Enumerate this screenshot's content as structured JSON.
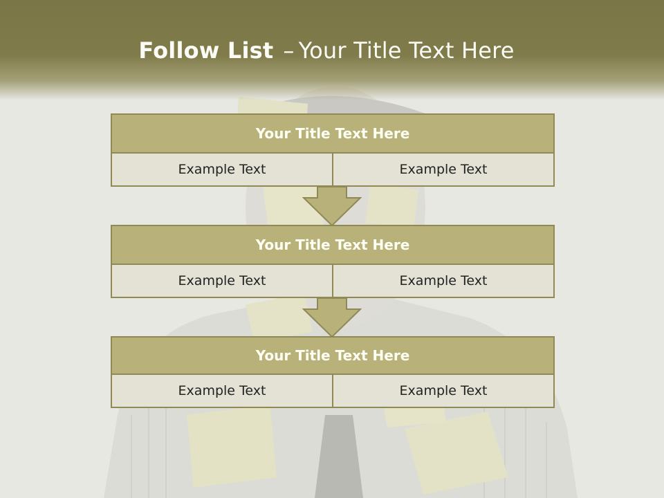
{
  "slide": {
    "title_bold": "Follow List",
    "title_separator": "–",
    "title_rest": "Your Title Text Here"
  },
  "blocks": [
    {
      "title": "Your Title Text Here",
      "left": "Example Text",
      "right": "Example Text"
    },
    {
      "title": "Your Title Text Here",
      "left": "Example Text",
      "right": "Example Text"
    },
    {
      "title": "Your Title Text Here",
      "left": "Example Text",
      "right": "Example Text"
    }
  ],
  "colors": {
    "header": "#807b4a",
    "title_bar": "#b8b27a",
    "cell": "#e3e2d4",
    "border": "#8f8a55"
  }
}
